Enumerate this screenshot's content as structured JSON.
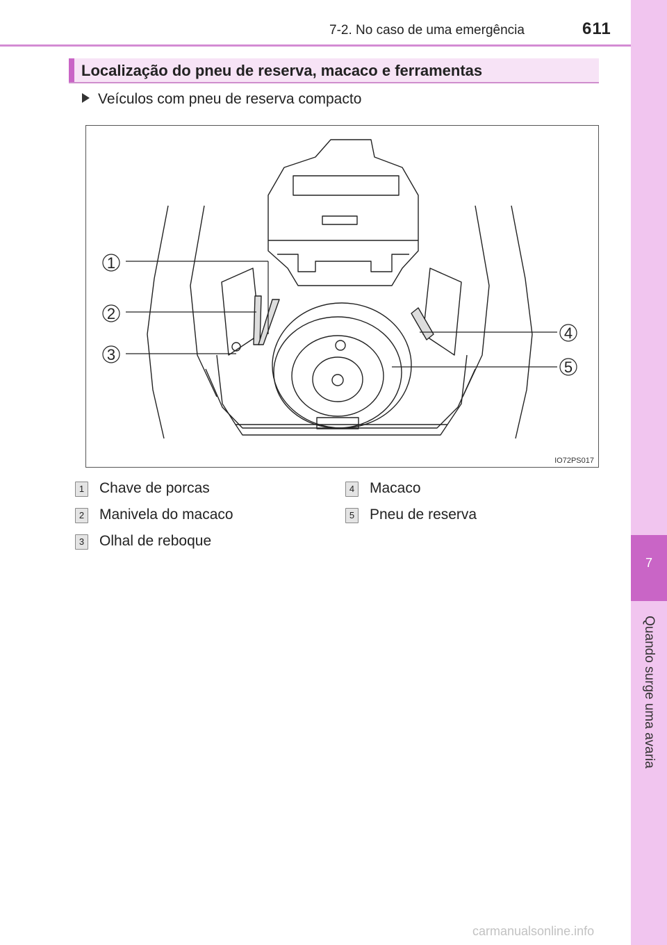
{
  "header": {
    "section": "7-2. No caso de uma emergência",
    "page_number": "611"
  },
  "side_tab": {
    "chapter_number": "7",
    "chapter_title": "Quando surge uma avaria"
  },
  "section": {
    "title": "Localização do pneu de reserva, macaco e ferramentas",
    "subheading": "Veículos com pneu de reserva compacto"
  },
  "figure": {
    "code": "IO72PS017",
    "callouts": [
      "1",
      "2",
      "3",
      "4",
      "5"
    ]
  },
  "legend": [
    {
      "num": "1",
      "label": "Chave de porcas"
    },
    {
      "num": "2",
      "label": "Manivela do macaco"
    },
    {
      "num": "3",
      "label": "Olhal de reboque"
    },
    {
      "num": "4",
      "label": "Macaco"
    },
    {
      "num": "5",
      "label": "Pneu de reserva"
    }
  ],
  "watermark": "carmanualsonline.info"
}
